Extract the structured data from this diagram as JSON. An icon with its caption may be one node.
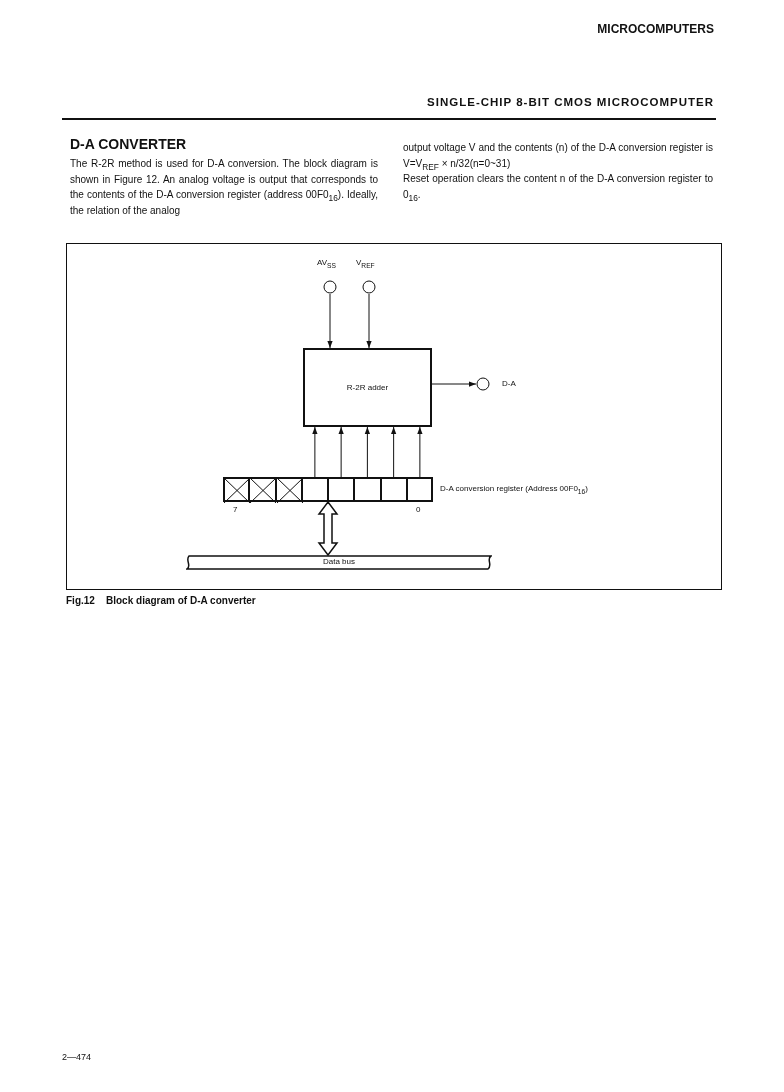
{
  "diagram": {
    "title": "D-A CONVERTER",
    "caption": "Fig.12 Block diagram of D-A converter",
    "nodes": [
      {
        "text": [
          "AV$_{SS}$"
        ]
      },
      {
        "text": [
          "V$_{REF}$"
        ]
      },
      {
        "text": [
          "R-2R adder"
        ]
      },
      {
        "text": [
          "D-A"
        ]
      },
      {
        "text": [
          "D-A conversion register (Address 00F0$_{16}$)"
        ]
      },
      {
        "text": [],
        "shape": "box",
        "in": 4
      },
      {
        "text": [],
        "shape": "box",
        "in": 4
      },
      {
        "text": [],
        "shape": "box",
        "in": 4
      },
      {
        "text": [],
        "shape": "box",
        "in": 4
      },
      {
        "text": [],
        "shape": "box",
        "in": 4
      },
      {
        "text": [],
        "shape": "box",
        "in": 4
      },
      {
        "text": [],
        "shape": "box",
        "in": 4
      },
      {
        "text": [],
        "shape": "box",
        "in": 4
      },
      {
        "text": [
          "Data bus"
        ]
      }
    ],
    "edges": [
      {
        "from": 0,
        "to": 2,
        "arrow": "to"
      },
      {
        "from": 1,
        "to": 2,
        "arrow": "to"
      },
      {
        "from": 2,
        "to": 3,
        "arrow": "to"
      },
      {
        "from": 8,
        "to": 2,
        "arrow": "to"
      },
      {
        "from": 9,
        "to": 2,
        "arrow": "to"
      },
      {
        "from": 10,
        "to": 2,
        "arrow": "to"
      },
      {
        "from": 11,
        "to": 2,
        "arrow": "to"
      },
      {
        "from": 12,
        "to": 2,
        "arrow": "to"
      },
      {
        "from": 4,
        "to": 13,
        "arrow": "both",
        "style": "thick"
      }
    ],
    "labels": [
      "MICROCOMPUTERS",
      "SINGLE-CHIP 8-BIT CMOS MICROCOMPUTER",
      "The R-2R method is used for D-A conversion. The block diagram is shown in Figure 12. An analog voltage is output that corresponds to the contents of the D-A conversion register (address 00F0$_{16}$). Ideally, the relation of the analog",
      "output voltage V and the contents (n) of the D-A conversion register is V=V$_{REF}$ × n/32(n=0~31)",
      "Reset operation clears the content n of the D-A conversion register to 0$_{16}$.",
      "7",
      "0",
      "2—474"
    ]
  }
}
